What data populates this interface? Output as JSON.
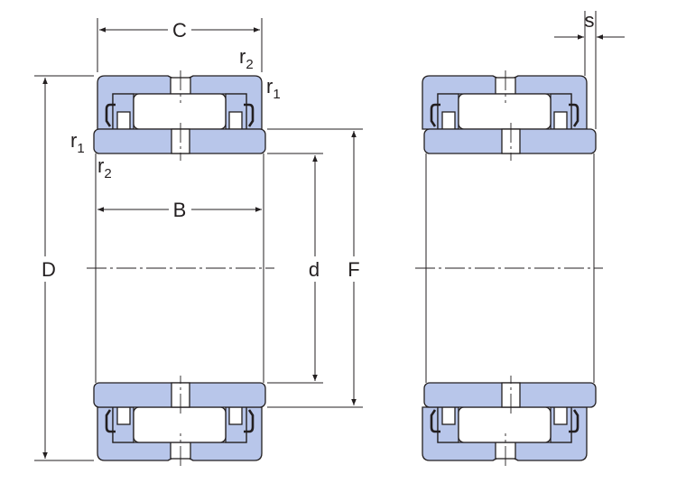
{
  "drawing": {
    "fill_color": "#b8c6ea",
    "line_color": "#231f20",
    "labels": {
      "C": "C",
      "B": "B",
      "D": "D",
      "d": "d",
      "F": "F",
      "s": "s",
      "r": "r",
      "sub1": "1",
      "sub2": "2"
    }
  }
}
